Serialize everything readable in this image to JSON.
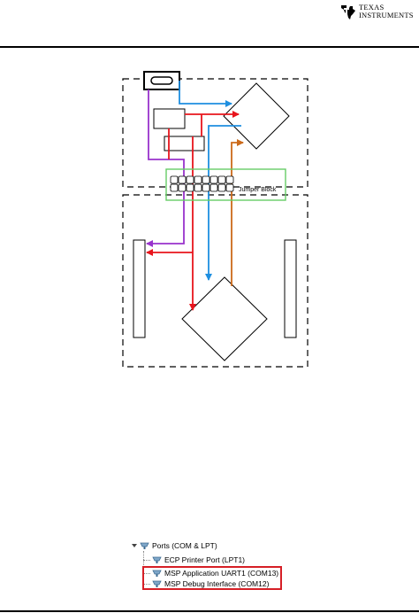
{
  "header": {
    "logo_line1": "Texas",
    "logo_line2": "Instruments"
  },
  "diagram": {
    "jumper_block_label": "Jumper Block",
    "colors": {
      "purple": "#9933cc",
      "red": "#e8141c",
      "blue": "#1f8fe0",
      "orange": "#cc6a1a",
      "green": "#66cc66",
      "outline": "#000000"
    },
    "jumper_pin_count": 8
  },
  "device_manager": {
    "category": "Ports (COM & LPT)",
    "items": [
      {
        "label": "ECP Printer Port (LPT1)",
        "highlighted": false
      },
      {
        "label": "MSP Application UART1 (COM13)",
        "highlighted": true
      },
      {
        "label": "MSP Debug Interface (COM12)",
        "highlighted": true
      }
    ],
    "highlight_color": "#d61f26"
  }
}
